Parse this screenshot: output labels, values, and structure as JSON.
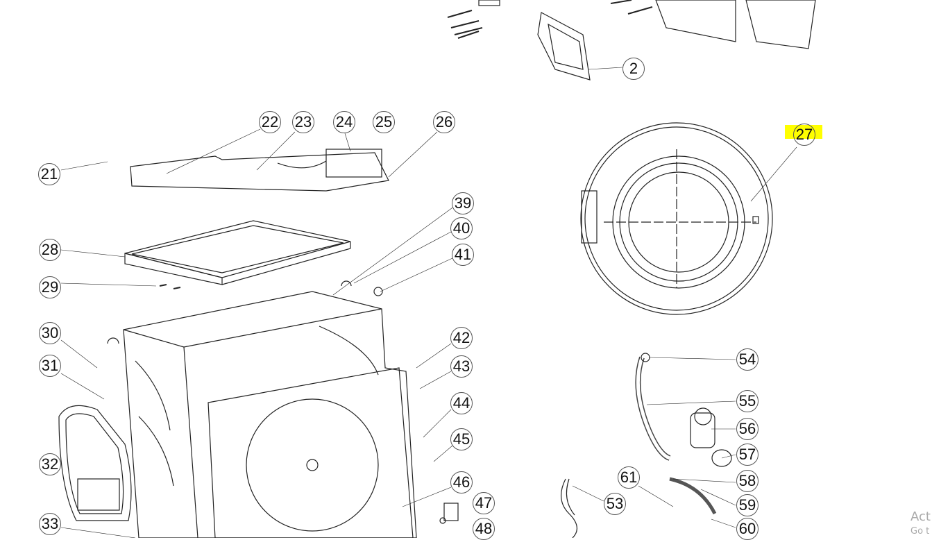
{
  "diagram": {
    "callouts": {
      "c2": "2",
      "c21": "21",
      "c22": "22",
      "c23": "23",
      "c24": "24",
      "c25": "25",
      "c26": "26",
      "c27": "27",
      "c28": "28",
      "c29": "29",
      "c30": "30",
      "c31": "31",
      "c32": "32",
      "c33": "33",
      "c39": "39",
      "c40": "40",
      "c41": "41",
      "c42": "42",
      "c43": "43",
      "c44": "44",
      "c45": "45",
      "c46": "46",
      "c47": "47",
      "c48": "48",
      "c53": "53",
      "c54": "54",
      "c55": "55",
      "c56": "56",
      "c57": "57",
      "c58": "58",
      "c59": "59",
      "c60": "60",
      "c61": "61"
    },
    "highlighted_part": "27",
    "highlight_color": "#ffff00"
  },
  "watermark": {
    "line1": "Act",
    "line2": "Go t"
  }
}
